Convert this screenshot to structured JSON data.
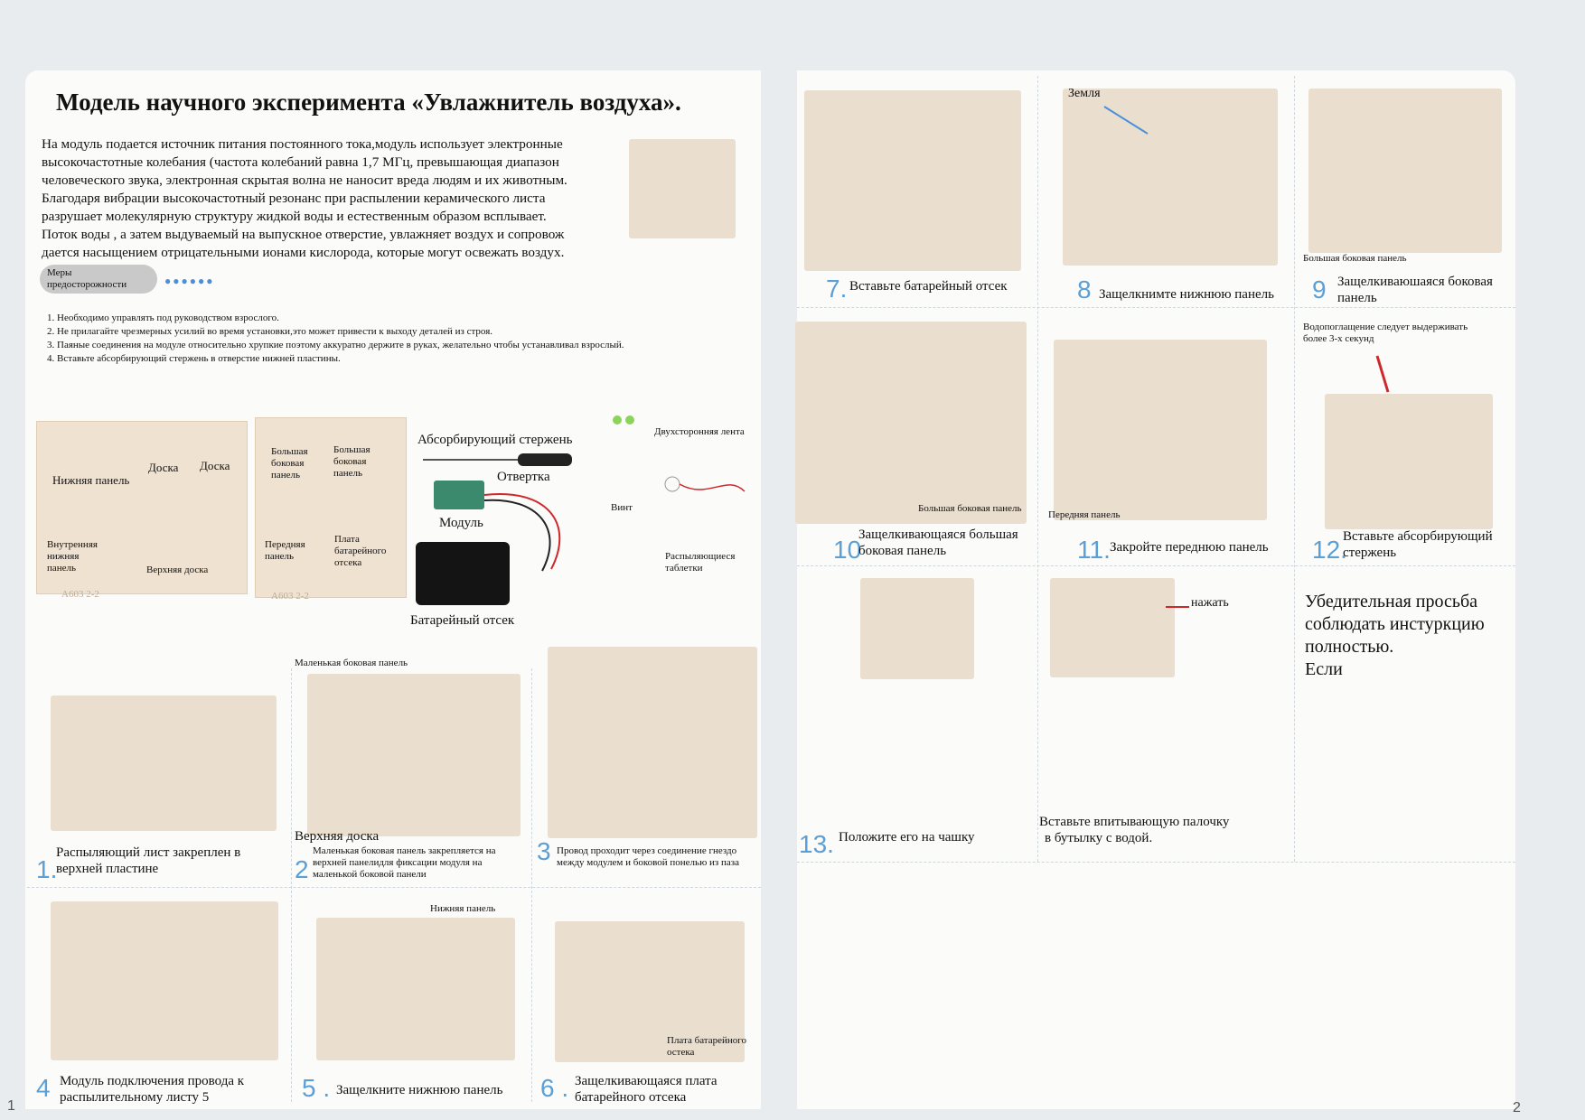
{
  "title": "Модель научного эксперимента «Увлажнитель воздуха».",
  "intro_lines": [
    "На модуль подается источник питания постоянного тока,модуль использует электронные",
    "высокочастотные колебания (частота колебаний равна 1,7 МГц, превышающая диапазон",
    "человеческого звука, электронная скрытая волна не наносит вреда людям и их животным.",
    "Благодаря вибрации высокочастотный резонанс при распылении керамического листа",
    "разрушает молекулярную структуру жидкой воды и естественным образом всплывает.",
    "Поток воды , а затем выдуваемый на выпускное отверстие, увлажняет воздух и сопровож",
    "дается насыщением отрицательными ионами кислорода, которые могут освежать воздух."
  ],
  "precautions": {
    "badge_line1": "Меры",
    "badge_line2": "предосторожности",
    "dots": "●●●●●●",
    "items": [
      "1. Необходимо управлять под руководством взрослого.",
      "2. Не прилагайте чрезмерных усилий во время установки,это может привести к выходу деталей из строя.",
      "3. Паяные соединения на модуле относительно хрупкие поэтому аккуратно держите в руках, желательно чтобы устанавливал взрослый.",
      "4. Вставьте абсорбирующий стержень в отверстие нижней пластины."
    ]
  },
  "parts": {
    "bottom_panel": "Нижняя панель",
    "board_a": "Доска",
    "board_b": "Доска",
    "inner_bottom_l1": "Внутренняя",
    "inner_bottom_l2": "нижняя",
    "inner_bottom_l3": "панель",
    "top_board": "Верхняя доска",
    "sheet_code_a": "A603 2-2",
    "sheet_code_b": "A603 2-2",
    "side_a_l1": "Большая",
    "side_a_l2": "боковая",
    "side_a_l3": "панель",
    "side_b_l1": "Большая",
    "side_b_l2": "боковая",
    "side_b_l3": "панель",
    "front_l1": "Передняя",
    "front_l2": "панель",
    "battery_board_l1": "Плата",
    "battery_board_l2": "батарейного",
    "battery_board_l3": "отсека",
    "absorbent_rod": "Абсорбирующий стержень",
    "screwdriver": "Отвертка",
    "module": "Модуль",
    "battery_box": "Батарейный отсек",
    "double_tape": "Двухсторонняя лента",
    "screw": "Винт",
    "tablets_l1": "Распыляющиеся",
    "tablets_l2": "таблетки"
  },
  "steps": {
    "s1": {
      "num": "1.",
      "l1": "Распыляющий лист закреплен в",
      "l2": "верхней пластине"
    },
    "s2": {
      "num": "2",
      "top": "Маленькая боковая панель",
      "board": "Верхняя доска",
      "l1": "Маленькая боковая панель закрепляется на",
      "l2": "верхней панелидля фиксации модуля на",
      "l3": "маленькой боковой панели"
    },
    "s3": {
      "num": "3",
      "l1": "Провод проходит через соединение гнездо",
      "l2": "между модулем и боковой понелью из паза"
    },
    "s4": {
      "num": "4",
      "l1": "Модуль подключения провода к",
      "l2": "распылительному листу 5"
    },
    "s5": {
      "num": "5 .",
      "text": "Защелкните нижнюю панель",
      "label": "Нижняя панель"
    },
    "s6": {
      "num": "6 .",
      "l1": "Защелкивающаяся плата",
      "l2": "батарейного отсека",
      "label_l1": "Плата батарейного",
      "label_l2": "остека"
    },
    "s7": {
      "num": "7.",
      "text": "Вставьте батарейный отсек"
    },
    "s8": {
      "num": "8",
      "text": "Защелкнимте нижнюю панель",
      "label": "Земля"
    },
    "s9": {
      "num": "9",
      "l1": "Защелкиваюшаяся боковая",
      "l2": "панель",
      "label": "Большая боковая панель"
    },
    "s10": {
      "num": "10",
      "l1": "Защелкивающаяся большая",
      "l2": "боковая панель",
      "label": "Большая боковая панель"
    },
    "s11": {
      "num": "11.",
      "text": "Закройте переднюю панель",
      "label": "Передняя панель"
    },
    "s12": {
      "num": "12.",
      "l1": "Вставьте абсорбирующий",
      "l2": "стержень",
      "note_l1": "Водопоглащение следует выдерживать",
      "note_l2": "более 3-х секунд"
    },
    "s13": {
      "num": "13.",
      "text": "Положите его на чашку"
    },
    "s14": {
      "l1": "Вставьте впитывающую палочку",
      "l2": "в бутылку с водой.",
      "press": "нажать"
    }
  },
  "request": {
    "l1": "Убедительная просьба",
    "l2": "соблюдать инстуркцию",
    "l3": "полностью.",
    "l4": "Если"
  },
  "page_numbers": {
    "left": "1",
    "right": "2"
  },
  "colors": {
    "accent": "#5a9fd6",
    "wood": "#eadfcf",
    "wire_red": "#d0282a",
    "page_bg": "#fbfbfa"
  }
}
